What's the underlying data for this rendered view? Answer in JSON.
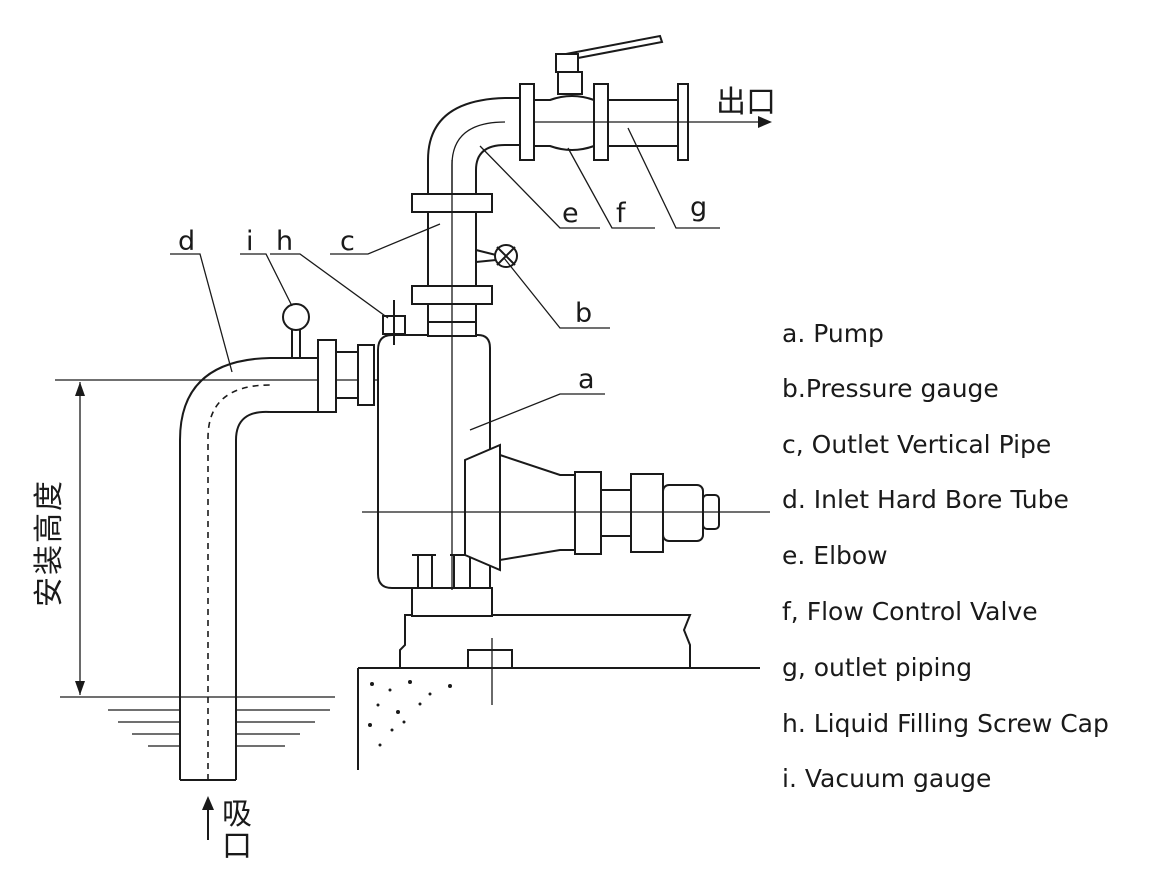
{
  "labels": {
    "a": "a",
    "b": "b",
    "c": "c",
    "d": "d",
    "e": "e",
    "f": "f",
    "g": "g",
    "h": "h",
    "i": "i"
  },
  "chinese": {
    "outlet": "出口",
    "suction_1": "吸",
    "suction_2": "口",
    "height_1": "安",
    "height_2": "装",
    "height_3": "高",
    "height_4": "度"
  },
  "legend": [
    "a. Pump",
    "b.Pressure gauge",
    "c, Outlet Vertical Pipe",
    "d. Inlet Hard Bore Tube",
    "e. Elbow",
    "f, Flow Control Valve",
    "g, outlet piping",
    "h. Liquid Filling Screw Cap",
    "i. Vacuum gauge"
  ],
  "colors": {
    "line": "#1a1a1a",
    "background": "#ffffff"
  }
}
